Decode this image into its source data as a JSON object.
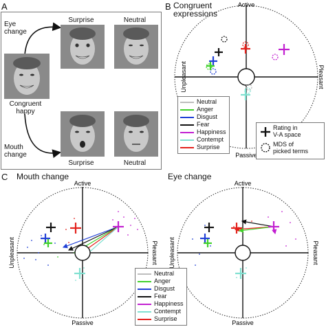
{
  "panel_a": {
    "letter": "A",
    "eye_change_lines": [
      "Eye",
      "change"
    ],
    "mouth_change_lines": [
      "Mouth",
      "change"
    ],
    "top_surprise": "Surprise",
    "top_neutral": "Neutral",
    "center_caption": "Congruent happy",
    "bottom_surprise": "Surprise",
    "bottom_neutral": "Neutral"
  },
  "panel_b": {
    "letter": "B",
    "title_lines": [
      "Congruent",
      "expressions"
    ],
    "axis_active": "Active",
    "axis_passive": "Passive",
    "axis_unpleasant": "Unpleasant",
    "axis_pleasant": "Pleasant"
  },
  "legend": {
    "items": [
      {
        "label": "Neutral",
        "color": "#bdbdbd"
      },
      {
        "label": "Anger",
        "color": "#3fd12a"
      },
      {
        "label": "Disgust",
        "color": "#1f3fd6"
      },
      {
        "label": "Fear",
        "color": "#111111"
      },
      {
        "label": "Happiness",
        "color": "#c21fd1"
      },
      {
        "label": "Contempt",
        "color": "#7fe0d0"
      },
      {
        "label": "Surprise",
        "color": "#e3201b"
      }
    ]
  },
  "symbol_key": {
    "rating_lines": [
      "Rating in",
      "V-A space"
    ],
    "mds_lines": [
      "MDS of",
      "picked terms"
    ]
  },
  "panel_c": {
    "letter": "C",
    "mouth_title": "Mouth change",
    "eye_title": "Eye change",
    "axis_active": "Active",
    "axis_passive": "Passive",
    "axis_unpleasant": "Unpleasant",
    "axis_pleasant": "Pleasant"
  },
  "colors": {
    "anger": "#3fd12a",
    "disgust": "#1f3fd6",
    "fear": "#111111",
    "happiness": "#c21fd1",
    "contempt": "#7fe0d0",
    "surprise": "#e3201b",
    "neutral": "#bdbdbd"
  }
}
